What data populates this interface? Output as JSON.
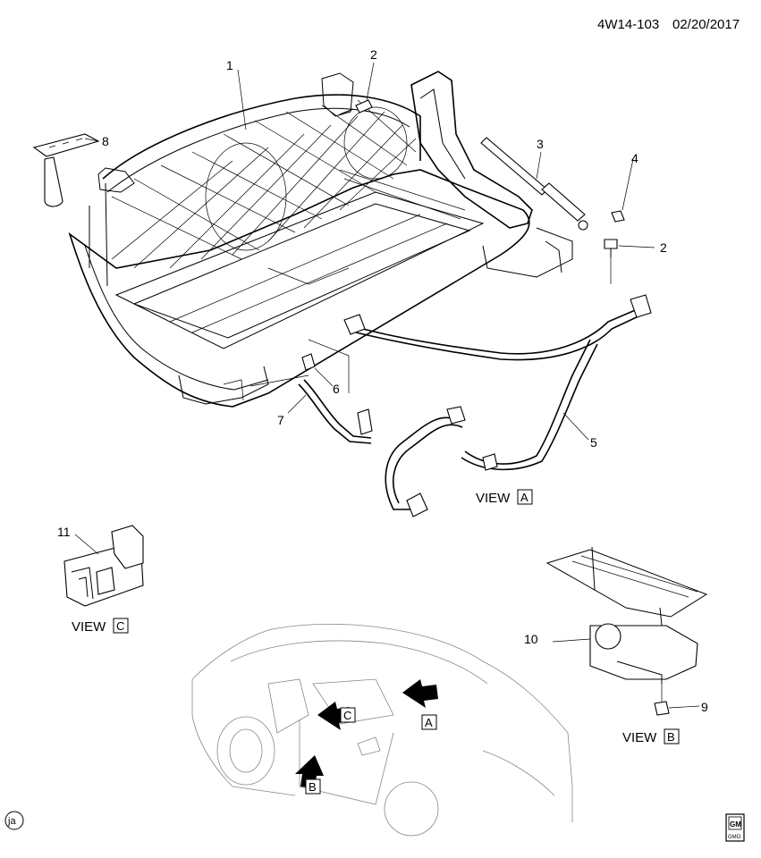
{
  "header": {
    "code": "4W14-103",
    "date": "02/20/2017"
  },
  "callouts": [
    "1",
    "2",
    "2",
    "3",
    "4",
    "5",
    "6",
    "7",
    "8",
    "9",
    "10",
    "11"
  ],
  "views": {
    "a": {
      "word": "VIEW",
      "letter": "A"
    },
    "b": {
      "word": "VIEW",
      "letter": "B"
    },
    "c": {
      "word": "VIEW",
      "letter": "C"
    }
  },
  "arrows": {
    "a": "A",
    "b": "B",
    "c": "C"
  },
  "footer": {
    "left_mark": "ja",
    "logo_top": "GM",
    "logo_bottom": "GMO"
  }
}
